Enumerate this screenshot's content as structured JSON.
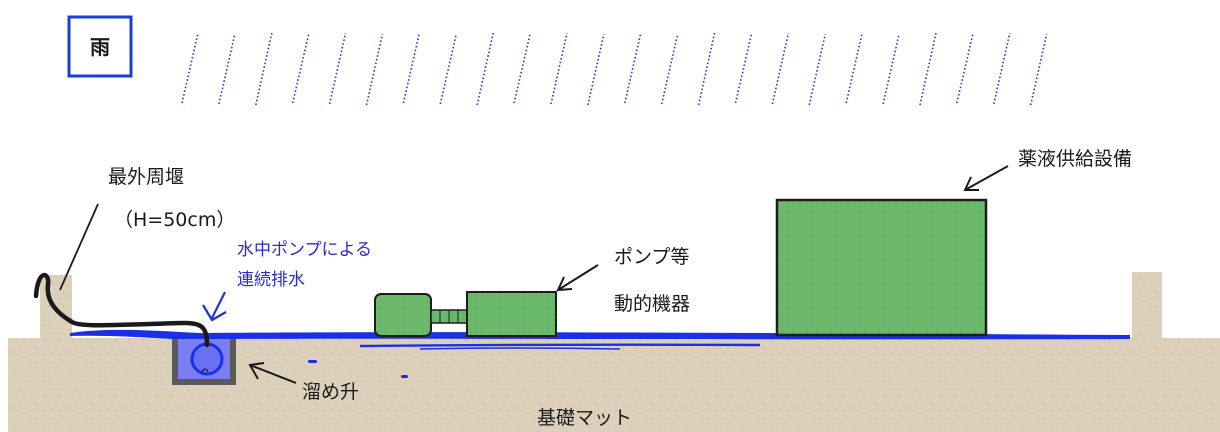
{
  "rain": {
    "label": "雨",
    "box_color": "#1a3fd8",
    "drop_color": "#2a3bcf"
  },
  "labels": {
    "outer_weir": "最外周堰",
    "weir_height": "（H=50cm）",
    "pump_drain_line1": "水中ポンプによる",
    "pump_drain_line2": "連続排水",
    "pump_equipment_line1": "ポンプ等",
    "pump_equipment_line2": "動的機器",
    "chemical_supply": "薬液供給設備",
    "sump": "溜め升",
    "foundation": "基礎マット"
  },
  "colors": {
    "ground": "#dcd0bb",
    "water": "#1a2fe6",
    "equipment_fill": "#6ab86a",
    "equipment_stroke": "#1c1c1c",
    "blue_text": "#2a2ad6",
    "black_text": "#1a1a1a"
  }
}
